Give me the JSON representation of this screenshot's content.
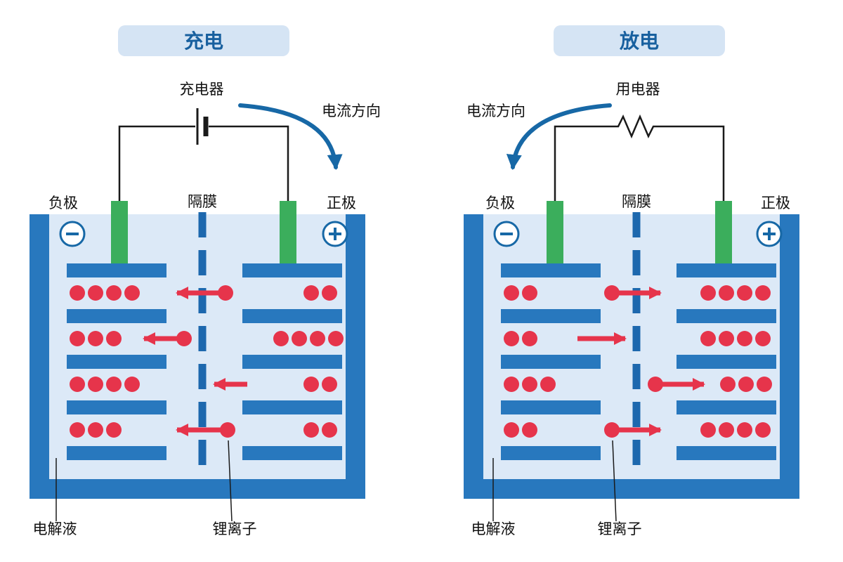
{
  "colors": {
    "container_blue": "#2878BE",
    "electrolyte_fill": "#DCE9F7",
    "separator_blue": "#1D68AE",
    "electrode_green": "#3BAE5C",
    "ion_red": "#E6344B",
    "current_arrow_blue": "#1768A6",
    "title_box_bg": "#D5E4F4",
    "title_text": "#18609F",
    "label_text": "#111111",
    "wire_black": "#1A1A1A"
  },
  "icons": {
    "negative_terminal": "minus-in-circle",
    "positive_terminal": "plus-in-circle",
    "charge_source": "battery-dc-source-symbol",
    "discharge_load": "resistor-zigzag-symbol"
  },
  "panels": [
    {
      "title": "充电",
      "device_label": "充电器",
      "current_direction_label": "电流方向",
      "negative_electrode_label": "负极",
      "separator_label": "隔膜",
      "positive_electrode_label": "正极",
      "electrolyte_label": "电解液",
      "lithium_ion_label": "锂离子",
      "ion_flow_direction": "right-to-left",
      "ions_per_row_left": [
        4,
        3,
        4,
        3
      ],
      "ions_per_row_right": [
        2,
        4,
        2,
        2
      ]
    },
    {
      "title": "放电",
      "device_label": "用电器",
      "current_direction_label": "电流方向",
      "negative_electrode_label": "负极",
      "separator_label": "隔膜",
      "positive_electrode_label": "正极",
      "electrolyte_label": "电解液",
      "lithium_ion_label": "锂离子",
      "ion_flow_direction": "left-to-right",
      "ions_per_row_left": [
        2,
        2,
        3,
        2
      ],
      "ions_per_row_right": [
        4,
        4,
        3,
        4
      ]
    }
  ]
}
